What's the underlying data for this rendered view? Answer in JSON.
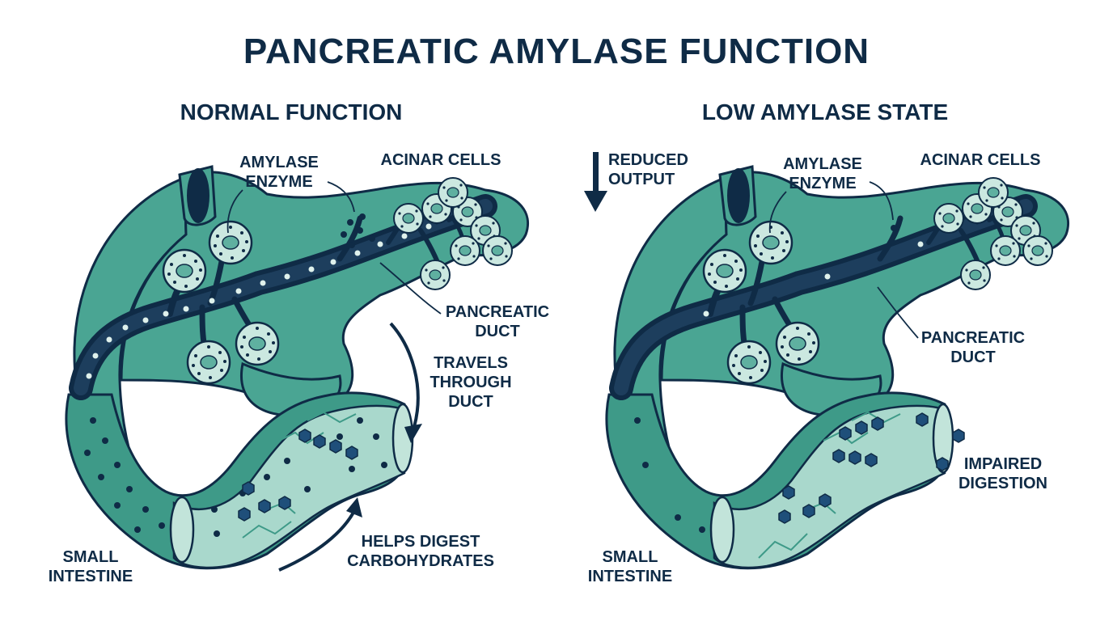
{
  "title": "PANCREATIC AMYLASE FUNCTION",
  "colors": {
    "navy": "#0f2b46",
    "teal": "#4aa593",
    "teal_light": "#a9d8cc",
    "cell_fill": "#cbe8e0",
    "nucleus": "#5fb0a0"
  },
  "panels": [
    {
      "heading": "NORMAL FUNCTION",
      "labels": {
        "amylase_1": "AMYLASE",
        "amylase_2": "ENZYME",
        "acinar": "ACINAR CELLS",
        "duct_1": "PANCREATIC",
        "duct_2": "DUCT",
        "travels_1": "TRAVELS",
        "travels_2": "THROUGH",
        "travels_3": "DUCT",
        "helps_1": "HELPS DIGEST",
        "helps_2": "CARBOHYDRATES",
        "intestine_1": "SMALL",
        "intestine_2": "INTESTINE"
      }
    },
    {
      "heading": "LOW AMYLASE STATE",
      "labels": {
        "reduced_1": "REDUCED",
        "reduced_2": "OUTPUT",
        "amylase_1": "AMYLASE",
        "amylase_2": "ENZYME",
        "acinar": "ACINAR CELLS",
        "duct_1": "PANCREATIC",
        "duct_2": "DUCT",
        "impaired_1": "IMPAIRED",
        "impaired_2": "DIGESTION",
        "intestine_1": "SMALL",
        "intestine_2": "INTESTINE"
      }
    }
  ]
}
